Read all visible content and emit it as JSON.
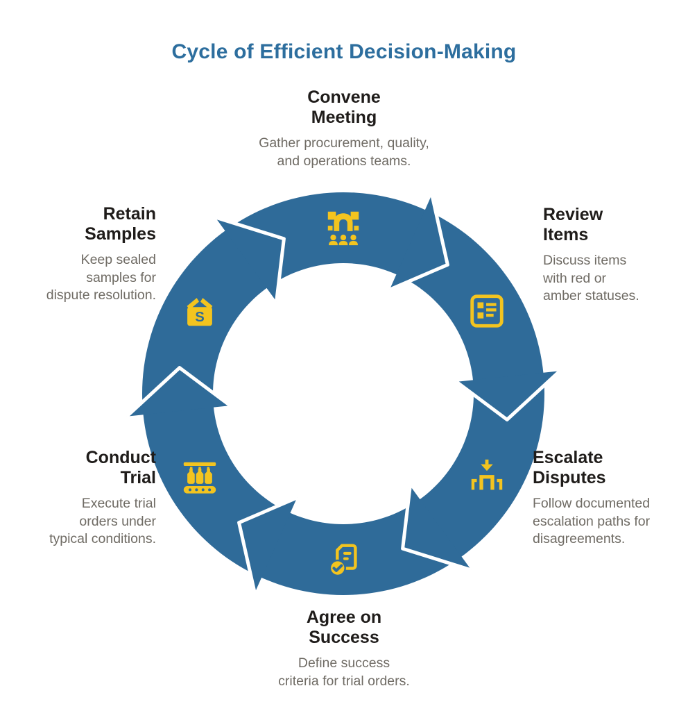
{
  "title": "Cycle of Efficient Decision-Making",
  "colors": {
    "background": "#ffffff",
    "ring": "#2f6b99",
    "accent": "#f3c41f",
    "title": "#2d6e9e",
    "heading": "#1f1c1a",
    "body": "#6f6b64"
  },
  "stages": [
    {
      "name": "convene-meeting",
      "icon": "meeting-icon",
      "title": "Convene\nMeeting",
      "description": "Gather procurement, quality,\nand operations teams."
    },
    {
      "name": "review-items",
      "icon": "checklist-icon",
      "title": "Review\nItems",
      "description": "Discuss items\nwith red or\namber statuses."
    },
    {
      "name": "escalate-disputes",
      "icon": "escalation-icon",
      "title": "Escalate\nDisputes",
      "description": "Follow documented\nescalation paths for\ndisagreements."
    },
    {
      "name": "agree-on-success",
      "icon": "approved-document-icon",
      "title": "Agree on\nSuccess",
      "description": "Define success\ncriteria for trial orders."
    },
    {
      "name": "conduct-trial",
      "icon": "production-line-icon",
      "title": "Conduct\nTrial",
      "description": "Execute trial\norders under\ntypical conditions."
    },
    {
      "name": "retain-samples",
      "icon": "sample-box-icon",
      "title": "Retain\nSamples",
      "description": "Keep sealed\nsamples for\ndispute resolution."
    }
  ]
}
